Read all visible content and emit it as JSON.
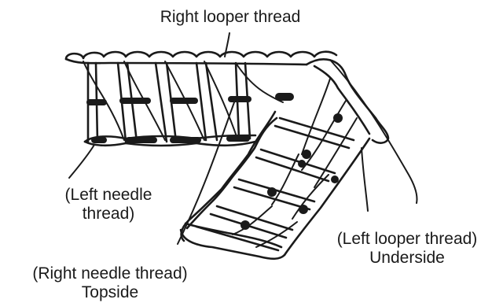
{
  "labels": {
    "right_looper": "Right looper thread",
    "left_needle_line1": "(Left needle",
    "left_needle_line2": "thread)",
    "right_needle_line1": "(Right needle thread)",
    "right_needle_line2": "Topside",
    "left_looper_line1": "(Left looper thread)",
    "left_looper_line2": "Underside"
  },
  "colors": {
    "ink": "#1a1a1a",
    "background": "#ffffff"
  }
}
